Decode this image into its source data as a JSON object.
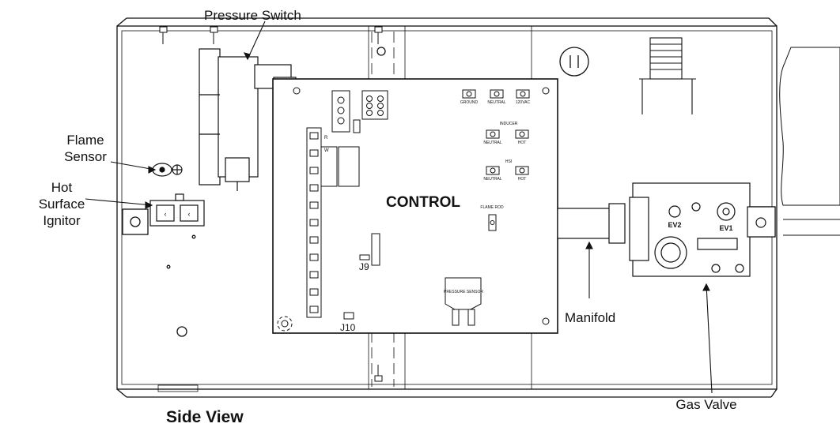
{
  "title": "Side View",
  "labels": {
    "pressure_switch": "Pressure Switch",
    "flame_sensor_line1": "Flame",
    "flame_sensor_line2": "Sensor",
    "hsi_line1": "Hot",
    "hsi_line2": "Surface",
    "hsi_line3": "Ignitor",
    "manifold": "Manifold",
    "gas_valve": "Gas Valve"
  },
  "control_board": {
    "title": "CONTROL",
    "j9": "J9",
    "j10": "J10",
    "top_terminals": [
      "GROUND",
      "NEUTRAL",
      "120VAC"
    ],
    "inducer_label": "INDUCER",
    "inducer_terminals": [
      "NEUTRAL",
      "HOT"
    ],
    "hsi_label": "HSI",
    "hsi_terminals": [
      "NEUTRAL",
      "HOT"
    ],
    "flame_rod": "FLAME ROD",
    "pressure_sensor": "PRESSURE SENSOR",
    "left_marks": [
      "R",
      "W"
    ]
  },
  "gas_valve": {
    "ev2": "EV2",
    "ev1": "EV1"
  }
}
